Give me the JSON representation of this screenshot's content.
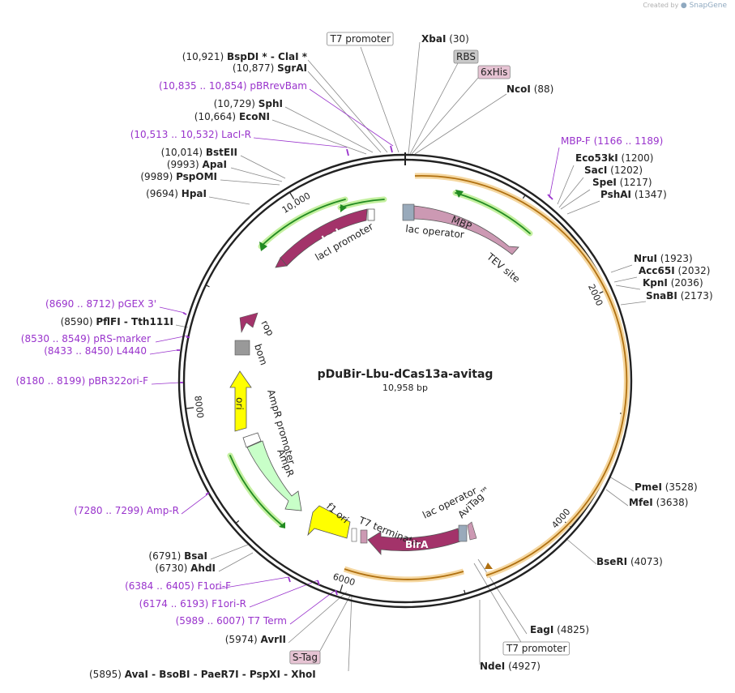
{
  "credit": {
    "prefix": "Created by",
    "brand": "SnapGene"
  },
  "plasmid": {
    "name": "pDuBir-Lbu-dCas13a-avitag",
    "length": "10,958 bp",
    "total_bp": 10958
  },
  "ticks": [
    "2000",
    "4000",
    "6000",
    "8000",
    "10,000"
  ],
  "colors": {
    "lacI": "#a3336a",
    "MBP": "#cc99b3",
    "AmpR": "#c8ffc8",
    "ori": "#ffff00",
    "f1ori": "#ffff00",
    "BirA": "#a3336a",
    "primer": "#9933cc",
    "orf_green": "#228b22",
    "orf_orange": "#e0a030",
    "rop": "#a3336a",
    "bom": "#999999"
  },
  "features": {
    "lacI": "lacI",
    "lacI_promoter": "lacI promoter",
    "lac_operator_top": "lac operator",
    "MBP": "MBP",
    "TEV_site": "TEV site",
    "rop": "rop",
    "bom": "bom",
    "ori": "ori",
    "AmpR_promoter": "AmpR promoter",
    "AmpR": "AmpR",
    "f1_ori": "f1 ori",
    "T7_terminator": "T7 terminator",
    "BirA": "BirA",
    "lac_operator_bottom": "lac operator",
    "AviTag": "AviTag™"
  },
  "labels": {
    "l1": {
      "pos": "",
      "name": "T7 promoter",
      "tail": "",
      "kind": "boxed"
    },
    "l2": {
      "pos": "(10,921)",
      "name": "BspDI *",
      "tail": "-  ClaI *",
      "kind": "site"
    },
    "l3": {
      "pos": "(10,877)",
      "name": "SgrAI",
      "tail": "",
      "kind": "site"
    },
    "l4": {
      "pos": "(10,835 .. 10,854)",
      "name": "pBRrevBam",
      "tail": "",
      "kind": "primer"
    },
    "l5": {
      "pos": "(10,729)",
      "name": "SphI",
      "tail": "",
      "kind": "site"
    },
    "l6": {
      "pos": "(10,664)",
      "name": "EcoNI",
      "tail": "",
      "kind": "site"
    },
    "l7": {
      "pos": "(10,513 .. 10,532)",
      "name": "LacI-R",
      "tail": "",
      "kind": "primer"
    },
    "l8": {
      "pos": "(10,014)",
      "name": "BstEII",
      "tail": "",
      "kind": "site"
    },
    "l9": {
      "pos": "(9993)",
      "name": "ApaI",
      "tail": "",
      "kind": "site"
    },
    "l10": {
      "pos": "(9989)",
      "name": "PspOMI",
      "tail": "",
      "kind": "site"
    },
    "l11": {
      "pos": "(9694)",
      "name": "HpaI",
      "tail": "",
      "kind": "site"
    },
    "l12": {
      "pos": "(8690 .. 8712)",
      "name": "pGEX 3'",
      "tail": "",
      "kind": "primer"
    },
    "l13": {
      "pos": "(8590)",
      "name": "PflFI",
      "tail": "-  Tth111I",
      "kind": "site"
    },
    "l14": {
      "pos": "(8530 .. 8549)",
      "name": "pRS-marker",
      "tail": "",
      "kind": "primer"
    },
    "l15": {
      "pos": "(8433 .. 8450)",
      "name": "L4440",
      "tail": "",
      "kind": "primer"
    },
    "l16": {
      "pos": "(8180 .. 8199)",
      "name": "pBR322ori-F",
      "tail": "",
      "kind": "primer"
    },
    "l17": {
      "pos": "(7280 .. 7299)",
      "name": "Amp-R",
      "tail": "",
      "kind": "primer"
    },
    "l18": {
      "pos": "(6791)",
      "name": "BsaI",
      "tail": "",
      "kind": "site"
    },
    "l19": {
      "pos": "(6730)",
      "name": "AhdI",
      "tail": "",
      "kind": "site"
    },
    "l20": {
      "pos": "(6384 .. 6405)",
      "name": "F1ori-F",
      "tail": "",
      "kind": "primer"
    },
    "l21": {
      "pos": "(6174 .. 6193)",
      "name": "F1ori-R",
      "tail": "",
      "kind": "primer"
    },
    "l22": {
      "pos": "(5989 .. 6007)",
      "name": "T7 Term",
      "tail": "",
      "kind": "primer"
    },
    "l23": {
      "pos": "(5974)",
      "name": "AvrII",
      "tail": "",
      "kind": "site"
    },
    "l24": {
      "pos": "",
      "name": "S-Tag",
      "tail": "",
      "kind": "boxed-pink"
    },
    "l25": {
      "pos": "(5895)",
      "name": "AvaI",
      "tail": "-  BsoBI  -  PaeR7I  -  PspXI  -  XhoI",
      "kind": "site"
    },
    "r1": {
      "pos": "(30)",
      "name": "XbaI",
      "tail": "",
      "kind": "site"
    },
    "r2": {
      "pos": "",
      "name": "RBS",
      "tail": "",
      "kind": "boxed-grey"
    },
    "r3": {
      "pos": "",
      "name": "6xHis",
      "tail": "",
      "kind": "boxed-pink"
    },
    "r4": {
      "pos": "(88)",
      "name": "NcoI",
      "tail": "",
      "kind": "site"
    },
    "r5": {
      "pos": "(1166 .. 1189)",
      "name": "MBP-F",
      "tail": "",
      "kind": "primer"
    },
    "r6": {
      "pos": "(1200)",
      "name": "Eco53kI",
      "tail": "",
      "kind": "site"
    },
    "r7": {
      "pos": "(1202)",
      "name": "SacI",
      "tail": "",
      "kind": "site"
    },
    "r8": {
      "pos": "(1217)",
      "name": "SpeI",
      "tail": "",
      "kind": "site"
    },
    "r9": {
      "pos": "(1347)",
      "name": "PshAI",
      "tail": "",
      "kind": "site"
    },
    "r10": {
      "pos": "(1923)",
      "name": "NruI",
      "tail": "",
      "kind": "site"
    },
    "r11": {
      "pos": "(2032)",
      "name": "Acc65I",
      "tail": "",
      "kind": "site"
    },
    "r12": {
      "pos": "(2036)",
      "name": "KpnI",
      "tail": "",
      "kind": "site"
    },
    "r13": {
      "pos": "(2173)",
      "name": "SnaBI",
      "tail": "",
      "kind": "site"
    },
    "r14": {
      "pos": "(3528)",
      "name": "PmeI",
      "tail": "",
      "kind": "site"
    },
    "r15": {
      "pos": "(3638)",
      "name": "MfeI",
      "tail": "",
      "kind": "site"
    },
    "r16": {
      "pos": "(4073)",
      "name": "BseRI",
      "tail": "",
      "kind": "site"
    },
    "r17": {
      "pos": "(4825)",
      "name": "EagI",
      "tail": "",
      "kind": "site"
    },
    "r18": {
      "pos": "",
      "name": "T7 promoter",
      "tail": "",
      "kind": "boxed"
    },
    "r19": {
      "pos": "(4927)",
      "name": "NdeI",
      "tail": "",
      "kind": "site"
    }
  }
}
